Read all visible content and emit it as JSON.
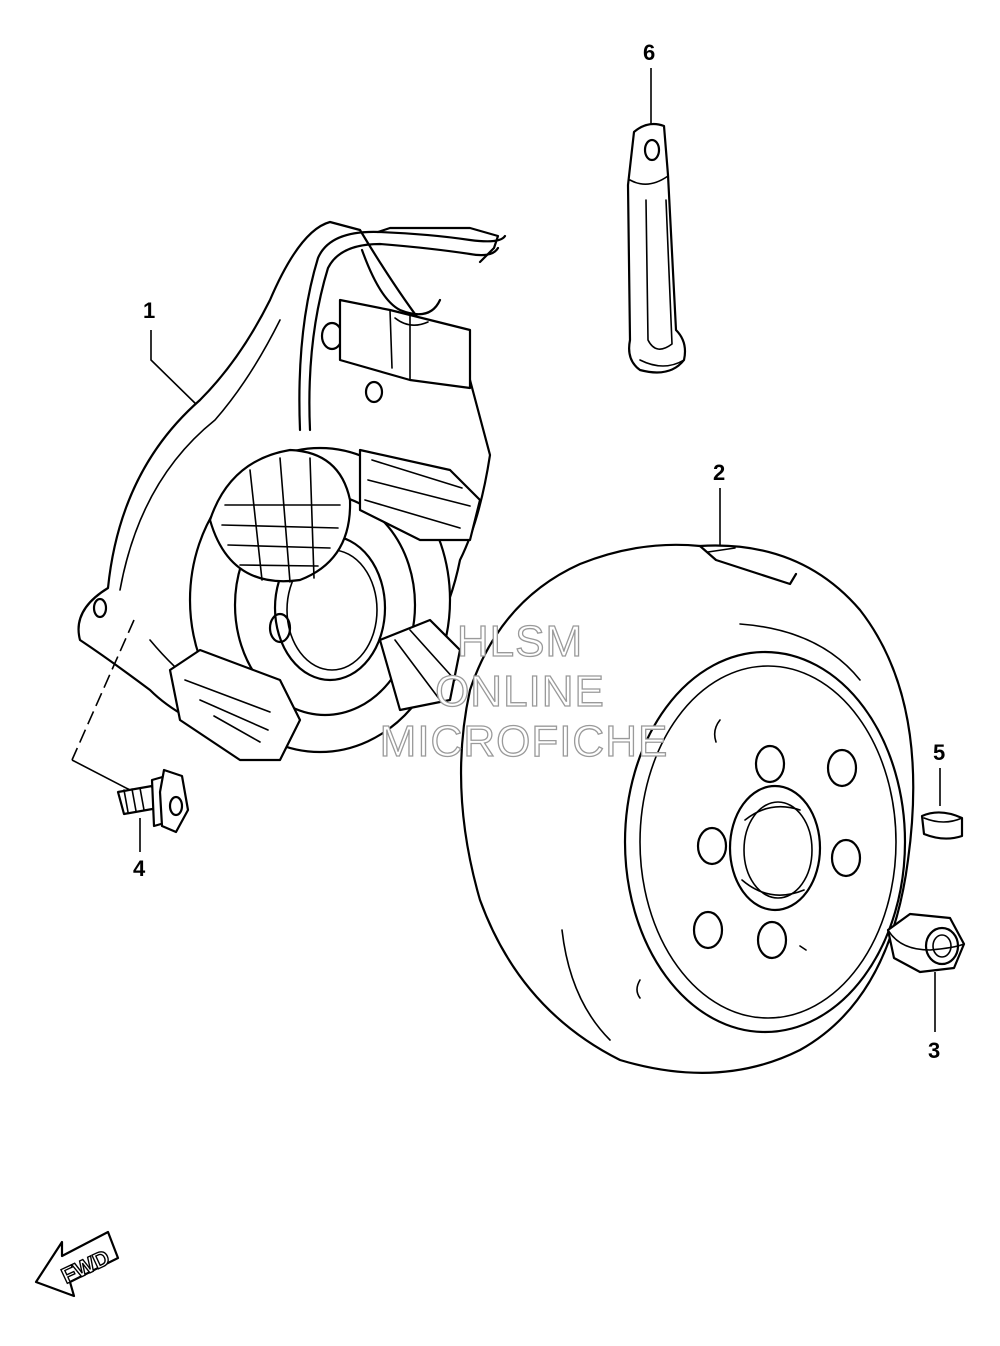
{
  "callouts": {
    "part1": "1",
    "part2": "2",
    "part3": "3",
    "part4": "4",
    "part5": "5",
    "part6": "6"
  },
  "watermark": {
    "line1": "HLSM",
    "line2": "ONLINE",
    "line3": "MICROFICHE"
  },
  "direction_arrow": {
    "label": "FWD"
  },
  "colors": {
    "line": "#000000",
    "background": "#ffffff",
    "watermark": "#9a9a9a"
  }
}
